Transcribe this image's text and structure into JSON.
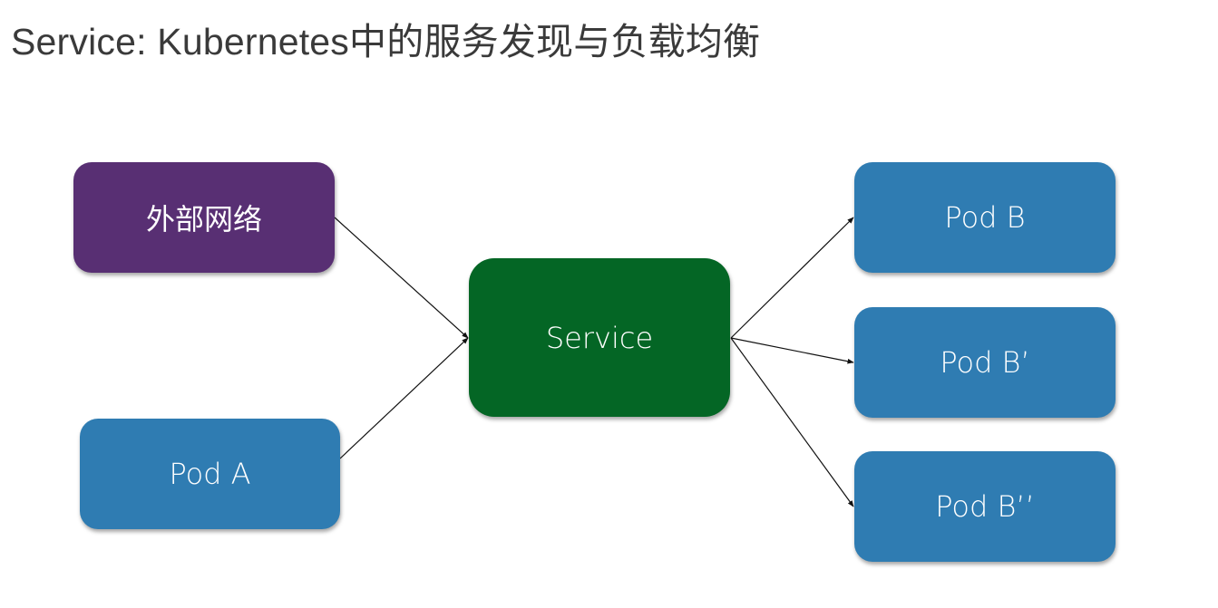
{
  "title": "Service: Kubernetes中的服务发现与负载均衡",
  "colors": {
    "external": "#582f73",
    "service": "#046625",
    "pod": "#2f7cb2",
    "edge": "#111111"
  },
  "nodes": {
    "external": {
      "label": "外部网络"
    },
    "pod_a": {
      "label": "Pod A"
    },
    "service": {
      "label": "Service"
    },
    "pod_b": {
      "label": "Pod B"
    },
    "pod_b1": {
      "label": "Pod B’"
    },
    "pod_b2": {
      "label": "Pod B’’"
    }
  },
  "edges": [
    {
      "from": "external",
      "to": "service"
    },
    {
      "from": "pod_a",
      "to": "service"
    },
    {
      "from": "service",
      "to": "pod_b"
    },
    {
      "from": "service",
      "to": "pod_b1"
    },
    {
      "from": "service",
      "to": "pod_b2"
    }
  ]
}
